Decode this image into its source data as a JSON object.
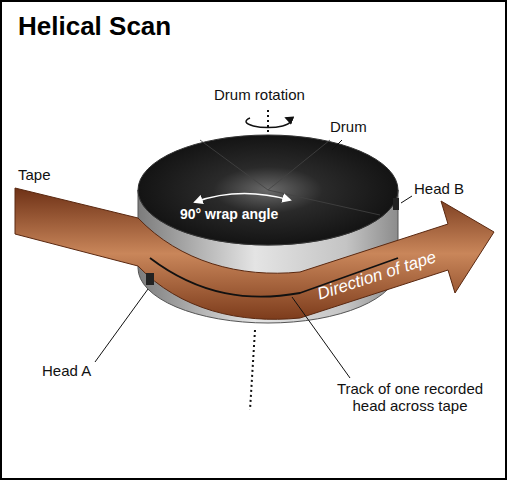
{
  "diagram": {
    "title": "Helical Scan",
    "labels": [
      "Drum rotation",
      "Drum",
      "Head B",
      "Tape",
      "90° wrap angle",
      "Direction of tape",
      "Head A",
      "Track of one recorded head across tape"
    ]
  }
}
